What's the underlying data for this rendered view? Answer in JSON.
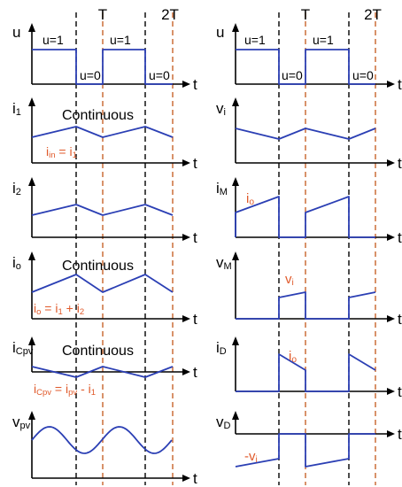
{
  "colors": {
    "wave": "#2b3fb4",
    "annotation": "#e05a2b",
    "marker_line": "#c8642a",
    "axis": "#000000"
  },
  "period_labels": {
    "T": "T",
    "two_T": "2T"
  },
  "axis_labels": {
    "time": "t"
  },
  "left_column": [
    {
      "id": "u",
      "ylabel": "u",
      "ylabel_sub": "",
      "annotations": [
        {
          "text": "u=1",
          "color": "black"
        },
        {
          "text": "u=0",
          "color": "black"
        },
        {
          "text": "u=1",
          "color": "black"
        },
        {
          "text": "u=0",
          "color": "black"
        }
      ]
    },
    {
      "id": "i1",
      "ylabel": "i",
      "ylabel_sub": "1",
      "annotations": [
        {
          "text": "Continuous",
          "color": "orange"
        },
        {
          "text": "iin = i1",
          "color": "orange"
        }
      ]
    },
    {
      "id": "i2",
      "ylabel": "i",
      "ylabel_sub": "2",
      "annotations": []
    },
    {
      "id": "io",
      "ylabel": "i",
      "ylabel_sub": "o",
      "annotations": [
        {
          "text": "Continuous",
          "color": "orange"
        },
        {
          "text": "io = i1 + i2",
          "color": "orange"
        }
      ]
    },
    {
      "id": "iCpv",
      "ylabel": "i",
      "ylabel_sub": "Cpv",
      "annotations": [
        {
          "text": "Continuous",
          "color": "orange"
        },
        {
          "text": "iCpv = ipv - i1",
          "color": "orange"
        }
      ]
    },
    {
      "id": "vpv",
      "ylabel": "v",
      "ylabel_sub": "pv",
      "annotations": []
    }
  ],
  "right_column": [
    {
      "id": "u_r",
      "ylabel": "u",
      "ylabel_sub": "",
      "annotations": [
        {
          "text": "u=1",
          "color": "black"
        },
        {
          "text": "u=0",
          "color": "black"
        },
        {
          "text": "u=1",
          "color": "black"
        },
        {
          "text": "u=0",
          "color": "black"
        }
      ]
    },
    {
      "id": "vi",
      "ylabel": "v",
      "ylabel_sub": "i",
      "annotations": []
    },
    {
      "id": "iM",
      "ylabel": "i",
      "ylabel_sub": "M",
      "annotations": [
        {
          "text": "io",
          "color": "orange"
        }
      ]
    },
    {
      "id": "vM",
      "ylabel": "v",
      "ylabel_sub": "M",
      "annotations": [
        {
          "text": "vi",
          "color": "orange"
        }
      ]
    },
    {
      "id": "iD",
      "ylabel": "i",
      "ylabel_sub": "D",
      "annotations": [
        {
          "text": "io",
          "color": "orange"
        }
      ]
    },
    {
      "id": "vD",
      "ylabel": "v",
      "ylabel_sub": "D",
      "annotations": [
        {
          "text": "-vi",
          "color": "orange"
        }
      ]
    }
  ]
}
